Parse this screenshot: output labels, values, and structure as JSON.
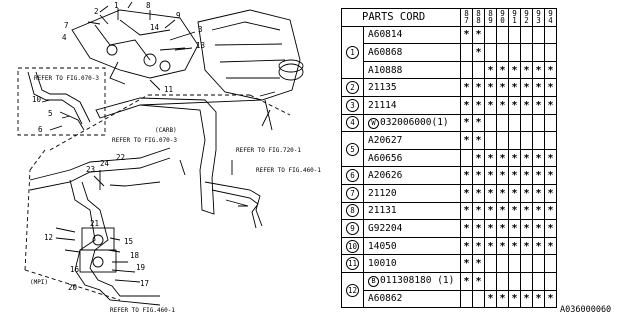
{
  "diagram": {
    "callouts": [
      "1",
      "2",
      "3",
      "4",
      "5",
      "6",
      "7",
      "8",
      "9",
      "10",
      "11",
      "12",
      "13",
      "14",
      "15",
      "16",
      "17",
      "18",
      "19",
      "20",
      "21",
      "22",
      "23",
      "24"
    ],
    "refs": {
      "fig070_a": "REFER TO FIG.070-3",
      "carb": "(CARB)",
      "fig070_b": "REFER TO FIG.070-3",
      "fig720": "REFER TO FIG.720-1",
      "fig460_a": "REFER TO FIG.460-1",
      "mpi": "(MPI)",
      "fig460_b": "REFER TO FIG.460-1"
    }
  },
  "table": {
    "header": "PARTS CORD",
    "years": [
      [
        "8",
        "7"
      ],
      [
        "8",
        "8"
      ],
      [
        "8",
        "9"
      ],
      [
        "9",
        "0"
      ],
      [
        "9",
        "1"
      ],
      [
        "9",
        "2"
      ],
      [
        "9",
        "3"
      ],
      [
        "9",
        "4"
      ]
    ],
    "rows": [
      {
        "ref": "1",
        "span": 3,
        "prefix": "",
        "part": "A60814",
        "marks": [
          1,
          1,
          0,
          0,
          0,
          0,
          0,
          0
        ]
      },
      {
        "part": "A60868",
        "prefix": "",
        "marks": [
          0,
          1,
          0,
          0,
          0,
          0,
          0,
          0
        ]
      },
      {
        "part": "A10888",
        "prefix": "",
        "marks": [
          0,
          0,
          1,
          1,
          1,
          1,
          1,
          1
        ]
      },
      {
        "ref": "2",
        "span": 1,
        "prefix": "",
        "part": "21135",
        "marks": [
          1,
          1,
          1,
          1,
          1,
          1,
          1,
          1
        ]
      },
      {
        "ref": "3",
        "span": 1,
        "prefix": "",
        "part": "21114",
        "marks": [
          1,
          1,
          1,
          1,
          1,
          1,
          1,
          1
        ]
      },
      {
        "ref": "4",
        "span": 1,
        "prefix": "W",
        "part": "032006000(1)",
        "marks": [
          1,
          1,
          0,
          0,
          0,
          0,
          0,
          0
        ]
      },
      {
        "ref": "5",
        "span": 2,
        "prefix": "",
        "part": "A20627",
        "marks": [
          1,
          1,
          0,
          0,
          0,
          0,
          0,
          0
        ]
      },
      {
        "part": "A60656",
        "prefix": "",
        "marks": [
          0,
          1,
          1,
          1,
          1,
          1,
          1,
          1
        ]
      },
      {
        "ref": "6",
        "span": 1,
        "prefix": "",
        "part": "A20626",
        "marks": [
          1,
          1,
          1,
          1,
          1,
          1,
          1,
          1
        ]
      },
      {
        "ref": "7",
        "span": 1,
        "prefix": "",
        "part": "21120",
        "marks": [
          1,
          1,
          1,
          1,
          1,
          1,
          1,
          1
        ]
      },
      {
        "ref": "8",
        "span": 1,
        "prefix": "",
        "part": "21131",
        "marks": [
          1,
          1,
          1,
          1,
          1,
          1,
          1,
          1
        ]
      },
      {
        "ref": "9",
        "span": 1,
        "prefix": "",
        "part": "G92204",
        "marks": [
          1,
          1,
          1,
          1,
          1,
          1,
          1,
          1
        ]
      },
      {
        "ref": "10",
        "span": 1,
        "prefix": "",
        "part": "14050",
        "marks": [
          1,
          1,
          1,
          1,
          1,
          1,
          1,
          1
        ]
      },
      {
        "ref": "11",
        "span": 1,
        "prefix": "",
        "part": "10010",
        "marks": [
          1,
          1,
          0,
          0,
          0,
          0,
          0,
          0
        ]
      },
      {
        "ref": "12",
        "span": 2,
        "prefix": "B",
        "part": "011308180 (1)",
        "marks": [
          1,
          1,
          0,
          0,
          0,
          0,
          0,
          0
        ]
      },
      {
        "part": "A60862",
        "prefix": "",
        "marks": [
          0,
          0,
          1,
          1,
          1,
          1,
          1,
          1
        ]
      }
    ],
    "mark_symbol": "*"
  },
  "code": "A036000060"
}
